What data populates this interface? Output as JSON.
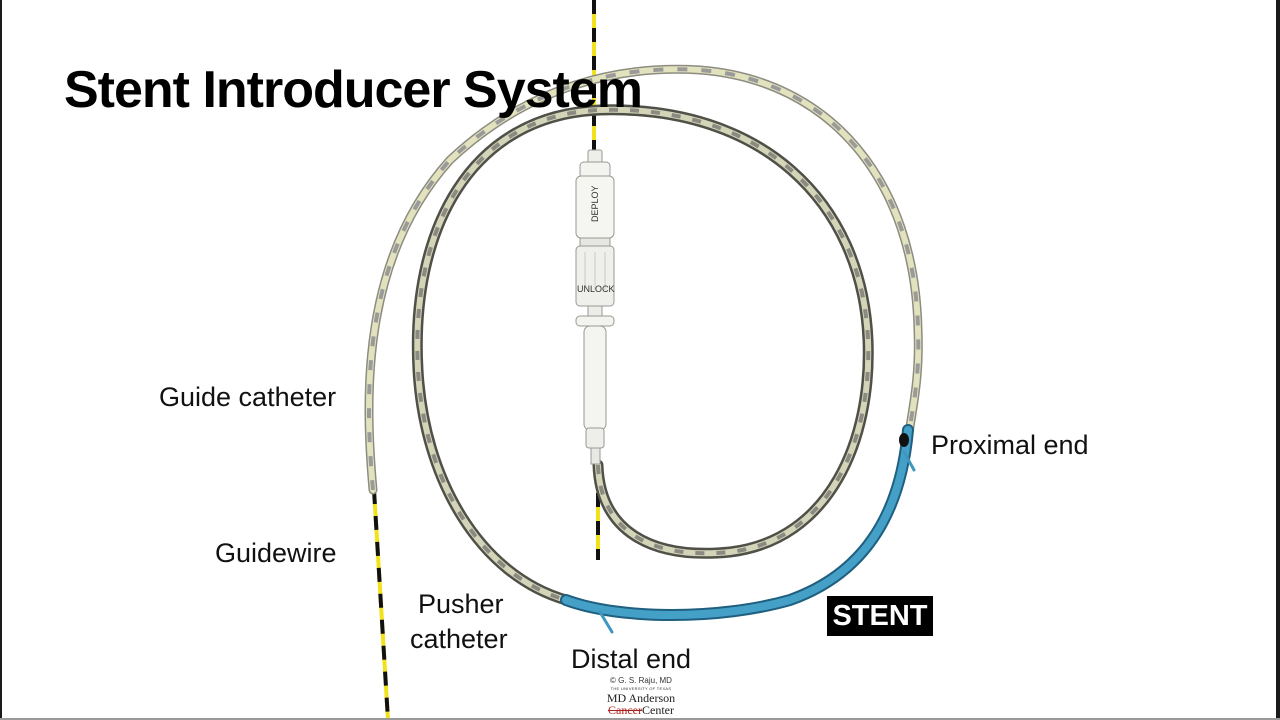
{
  "title": "Stent Introducer System",
  "labels": {
    "guide_catheter": "Guide catheter",
    "guidewire": "Guidewire",
    "pusher_catheter_line1": "Pusher",
    "pusher_catheter_line2": "catheter",
    "distal_end": "Distal end",
    "proximal_end": "Proximal end",
    "stent": "STENT"
  },
  "device_text": {
    "deploy": "DEPLOY",
    "unlock": "UNLOCK"
  },
  "credit": {
    "copyright": "© G. S. Raju, MD",
    "institution_small": "THE UNIVERSITY OF TEXAS",
    "institution_name": "MD Anderson",
    "center_word_1": "Cancer",
    "center_word_2": "Center"
  },
  "colors": {
    "guide_catheter": "#dcdcb4",
    "pusher_catheter": "#7f8074",
    "stent": "#3f97bf",
    "guidewire_yellow": "#f2e21b",
    "guidewire_black": "#111111",
    "badge_bg": "#000000"
  }
}
